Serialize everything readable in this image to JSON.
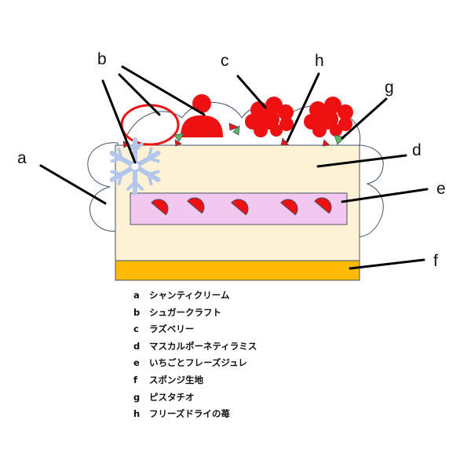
{
  "diagram": {
    "callouts": [
      {
        "key": "a"
      },
      {
        "key": "b"
      },
      {
        "key": "c"
      },
      {
        "key": "d"
      },
      {
        "key": "e"
      },
      {
        "key": "f"
      },
      {
        "key": "g"
      },
      {
        "key": "h"
      }
    ],
    "legend": [
      {
        "key": "a",
        "text": "シャンティクリーム"
      },
      {
        "key": "b",
        "text": "シュガークラフト"
      },
      {
        "key": "c",
        "text": "ラズベリー"
      },
      {
        "key": "d",
        "text": "マスカルポーネティラミス"
      },
      {
        "key": "e",
        "text": "いちごとフレーズジュレ"
      },
      {
        "key": "f",
        "text": "スポンジ生地"
      },
      {
        "key": "g",
        "text": "ピスタチオ"
      },
      {
        "key": "h",
        "text": "フリーズドライの苺"
      }
    ],
    "colors": {
      "mascarpone": "#fdf2d4",
      "sponge": "#fdba09",
      "jelly_strip": "#f3c8f0",
      "strawberry": "#ee1111",
      "raspberry": "#ee1111",
      "sugar_craft": "#ee1111",
      "pistachio": "#5cb85c",
      "snowflake": "#b3c7ea",
      "cream_outline": "#44546a"
    }
  }
}
